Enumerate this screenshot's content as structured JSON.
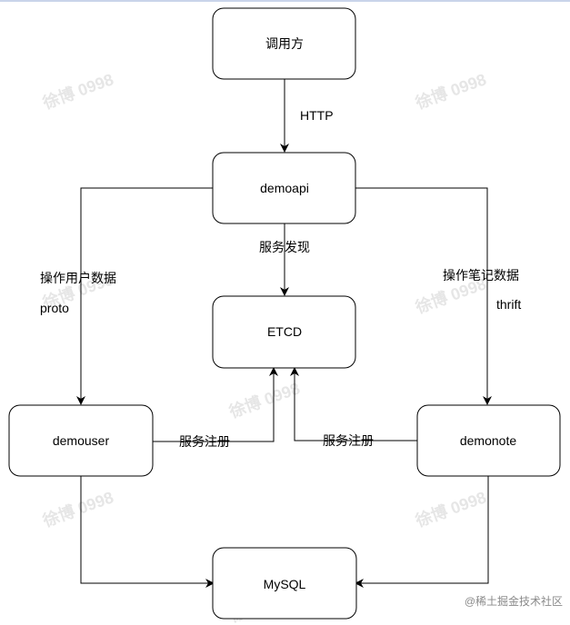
{
  "nodes": {
    "caller": "调用方",
    "api": "demoapi",
    "etcd": "ETCD",
    "user": "demouser",
    "note": "demonote",
    "mysql": "MySQL"
  },
  "edges": {
    "http": "HTTP",
    "discovery": "服务发现",
    "user_op": "操作用户数据",
    "user_proto": "proto",
    "note_op": "操作笔记数据",
    "note_proto": "thrift",
    "user_register": "服务注册",
    "note_register": "服务注册"
  },
  "watermark": "徐博 0998",
  "credit": "@稀土掘金技术社区"
}
